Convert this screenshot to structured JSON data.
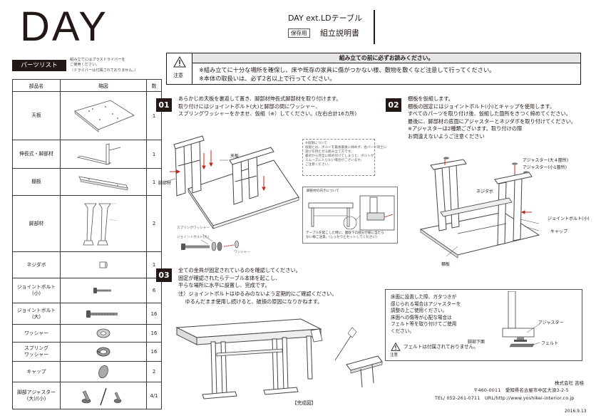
{
  "header": {
    "brand": "DAY",
    "product": "DAY ext.LDテーブル",
    "keep_badge": "保存用",
    "manual_title": "組立説明書"
  },
  "parts": {
    "badge": "パーツリスト",
    "note": [
      "組み立てにはプラスドライバーを",
      "ご使用ください。",
      "（ドライバーは付属されておりません。）"
    ],
    "headers": {
      "name": "部品名",
      "diagram": "略図",
      "qty": "数"
    },
    "rows": [
      {
        "name": "天板",
        "qty": "1"
      },
      {
        "name": "伸長式・脚部材",
        "qty": "1"
      },
      {
        "name": "棚板",
        "qty": "1"
      },
      {
        "name": "脚部材",
        "qty": "2"
      },
      {
        "name": "ネジダボ",
        "qty": "1"
      },
      {
        "name": "ジョイントボルト\n(小)",
        "qty": "6"
      },
      {
        "name": "ジョイントボルト\n(大)",
        "qty": "16"
      },
      {
        "name": "ワッシャー",
        "qty": "16"
      },
      {
        "name": "スプリング\nワッシャー",
        "qty": "16"
      },
      {
        "name": "キャップ",
        "qty": "2"
      },
      {
        "name": "脚部アジャスター\n(大)/(小)",
        "qty": "4/1"
      }
    ]
  },
  "caution": {
    "icon_label": "注意",
    "heading": "組み立ての前に必ずお読みください。",
    "line1": "※組み立てに十分な場所を確保し、床や既存の家具に傷がつかない様、敷物を敷くなど注意して行ってください。",
    "line2": "※本体の取扱いは、必ず2名以上で行ってください。"
  },
  "step1": {
    "badge": "01",
    "text": [
      "あらかじめ天板を裏返して置き、脚部材伸長式脚部材を取り付けます。",
      "取り付けにはジョイントボルト(大)と脚部の間にワッシャー、",
      "スプリングワッシャーをかませ、仮組（※）してください。(左右合計16カ所)"
    ],
    "labels": {
      "top": "天板",
      "leg": "脚部材",
      "spring": "スプリングワッシャー",
      "bolt": "ジョイントボルト(大)",
      "washer": "ワッシャー"
    },
    "note": [
      "※仮組について",
      "仮組とは、ボルトを最後最後に締めず、各パーツ同士に",
      "遊びを持たせる組み立て方です。",
      "最初から完全に締め付けてしまうと、ボルトが",
      "スムーズに入らない場合がございます。",
      "ご注意ください。"
    ],
    "inset_title": "脚部材の向きについて",
    "inset_caption": [
      "テーブルを起こした時に、面取下凸部分が紙に当たら",
      "ない様ご注意。(しっかりとセットしてください)"
    ]
  },
  "step2": {
    "badge": "02",
    "text": [
      "棚板を仮組します。",
      "棚板の固定にはジョイントボルト(小)とキャップを使用します。",
      "すべてのパーツを取り付け後、仮組した箇所をきつく締めてください。",
      "最後に、脚部材の底面にアジャスターとネジダボを取り付けてください。",
      "※アジャスターは2種類ございます。取り付けの際",
      "お間違えないようご注意ください"
    ],
    "labels": {
      "adj_large": "アジャスター(大４箇所)",
      "adj_small": "アジャスター(小1箇所)",
      "dowel": "ネジダボ",
      "bolt_small": "ジョイントボルト(小)",
      "cap": "キャップ",
      "shelf": "棚板"
    }
  },
  "step3": {
    "badge": "03",
    "text": [
      "全ての金具が固定されているのを確認してください。",
      "固定が確認されたらテーブル本体を起こし、",
      "平らな場所に水平に設置し、完成です。"
    ],
    "note": [
      "注）ジョイントボルトはゆるみのないよう定期的にご確認ください。",
      "　 ゆるんだまま使用し続けると、破損の原因になりかねます。"
    ],
    "complete_label": "【完成図】"
  },
  "floor_box": {
    "text": [
      "床面に設置した際、ガタつきが",
      "感じられる場合はアジャスターを",
      "調整の上ご使用ください。",
      "床面への傷等が心配な場合は",
      "フェルト等を取り付けてご使用",
      "ください。"
    ],
    "felt_note": "フェルトは付属されておりません。",
    "caution_label": "注意",
    "labels": {
      "adjuster": "アジャスター",
      "leg_bottom": "脚部下面",
      "felt": "フェルト"
    }
  },
  "footer": {
    "company": "株式会社 吉桂",
    "address": "〒460-0011　愛知県名古屋市中区大須3-2-5",
    "contact": "TEL/ 052-261-0711　URL/http://www.yoshikei-interior.co.jp",
    "date": "2016.9.13"
  }
}
